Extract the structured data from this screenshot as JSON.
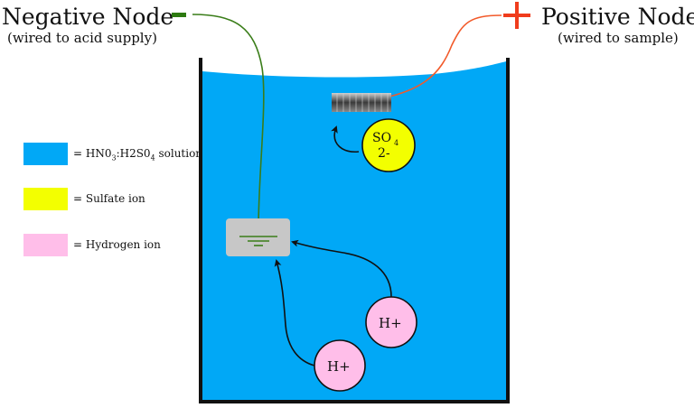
{
  "negative_node": {
    "title": "Negative Node",
    "subtitle": "(wired to acid supply)",
    "sign": "-",
    "wire_color": "#3a7d19",
    "sign_color": "#2d7a10"
  },
  "positive_node": {
    "title": "Positive Node",
    "subtitle": "(wired to sample)",
    "sign": "+",
    "wire_color": "#f25a2a",
    "sign_color": "#f03c1c"
  },
  "legend": [
    {
      "color": "#01a8f6",
      "label_main": "= HN0",
      "label_sub1": "3",
      "label_mid": ":H2S0",
      "label_sub2": "4",
      "label_end": " solution"
    },
    {
      "color": "#f3ff00",
      "label_main": "= Sulfate ion"
    },
    {
      "color": "#ffbee9",
      "label_main": "= Hydrogen ion"
    }
  ],
  "sulfate_ion": {
    "formula": "SO",
    "subscript": "4",
    "charge": "2-",
    "color": "#f3ff00"
  },
  "hydrogen_ions": [
    {
      "label": "H+",
      "color": "#ffbee9"
    },
    {
      "label": "H+",
      "color": "#ffbee9"
    }
  ],
  "colors": {
    "solution": "#01a8f6",
    "container_outline": "#111111",
    "electrode": "#c7c7c7"
  }
}
